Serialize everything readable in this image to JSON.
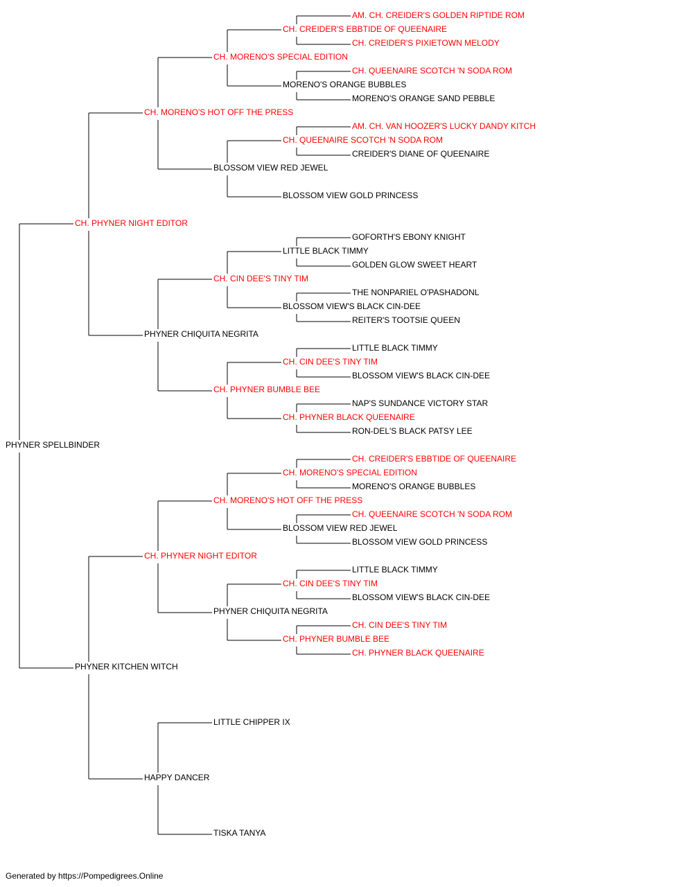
{
  "colors": {
    "champion": "#ff0000",
    "normal": "#000000",
    "line": "#000000"
  },
  "footer": "Generated by https://Pompedigrees.Online",
  "pedigree": {
    "name": "PHYNER SPELLBINDER",
    "ch": false,
    "children": [
      {
        "name": "CH. PHYNER NIGHT EDITOR",
        "ch": true,
        "children": [
          {
            "name": "CH. MORENO'S HOT OFF THE PRESS",
            "ch": true,
            "children": [
              {
                "name": "CH. MORENO'S SPECIAL EDITION",
                "ch": true,
                "children": [
                  {
                    "name": "CH. CREIDER'S EBBTIDE OF QUEENAIRE",
                    "ch": true,
                    "children": [
                      {
                        "name": "AM. CH. CREIDER'S GOLDEN RIPTIDE ROM",
                        "ch": true
                      },
                      {
                        "name": "CH. CREIDER'S PIXIETOWN MELODY",
                        "ch": true
                      }
                    ]
                  },
                  {
                    "name": "MORENO'S ORANGE BUBBLES",
                    "ch": false,
                    "children": [
                      {
                        "name": "CH. QUEENAIRE SCOTCH 'N SODA ROM",
                        "ch": true
                      },
                      {
                        "name": "MORENO'S ORANGE SAND PEBBLE",
                        "ch": false
                      }
                    ]
                  }
                ]
              },
              {
                "name": "BLOSSOM VIEW RED JEWEL",
                "ch": false,
                "children": [
                  {
                    "name": "CH. QUEENAIRE SCOTCH 'N SODA ROM",
                    "ch": true,
                    "children": [
                      {
                        "name": "AM. CH. VAN HOOZER'S LUCKY DANDY KITCH",
                        "ch": true
                      },
                      {
                        "name": "CREIDER'S DIANE OF QUEENAIRE",
                        "ch": false
                      }
                    ]
                  },
                  {
                    "name": "BLOSSOM VIEW GOLD PRINCESS",
                    "ch": false
                  }
                ]
              }
            ]
          },
          {
            "name": "PHYNER CHIQUITA NEGRITA",
            "ch": false,
            "children": [
              {
                "name": "CH. CIN DEE'S TINY TIM",
                "ch": true,
                "children": [
                  {
                    "name": "LITTLE BLACK TIMMY",
                    "ch": false,
                    "children": [
                      {
                        "name": "GOFORTH'S EBONY KNIGHT",
                        "ch": false
                      },
                      {
                        "name": "GOLDEN GLOW SWEET HEART",
                        "ch": false
                      }
                    ]
                  },
                  {
                    "name": "BLOSSOM VIEW'S BLACK CIN-DEE",
                    "ch": false,
                    "children": [
                      {
                        "name": "THE NONPARIEL O'PASHADONL",
                        "ch": false
                      },
                      {
                        "name": "REITER'S TOOTSIE QUEEN",
                        "ch": false
                      }
                    ]
                  }
                ]
              },
              {
                "name": "CH. PHYNER BUMBLE BEE",
                "ch": true,
                "children": [
                  {
                    "name": "CH. CIN DEE'S TINY TIM",
                    "ch": true,
                    "children": [
                      {
                        "name": "LITTLE BLACK TIMMY",
                        "ch": false
                      },
                      {
                        "name": "BLOSSOM VIEW'S BLACK CIN-DEE",
                        "ch": false
                      }
                    ]
                  },
                  {
                    "name": "CH. PHYNER BLACK QUEENAIRE",
                    "ch": true,
                    "children": [
                      {
                        "name": "NAP'S SUNDANCE VICTORY STAR",
                        "ch": false
                      },
                      {
                        "name": "RON-DEL'S BLACK PATSY LEE",
                        "ch": false
                      }
                    ]
                  }
                ]
              }
            ]
          }
        ]
      },
      {
        "name": "PHYNER KITCHEN WITCH",
        "ch": false,
        "children": [
          {
            "name": "CH. PHYNER NIGHT EDITOR",
            "ch": true,
            "children": [
              {
                "name": "CH. MORENO'S HOT OFF THE PRESS",
                "ch": true,
                "children": [
                  {
                    "name": "CH. MORENO'S SPECIAL EDITION",
                    "ch": true,
                    "children": [
                      {
                        "name": "CH. CREIDER'S EBBTIDE OF QUEENAIRE",
                        "ch": true
                      },
                      {
                        "name": "MORENO'S ORANGE BUBBLES",
                        "ch": false
                      }
                    ]
                  },
                  {
                    "name": "BLOSSOM VIEW RED JEWEL",
                    "ch": false,
                    "children": [
                      {
                        "name": "CH. QUEENAIRE SCOTCH 'N SODA ROM",
                        "ch": true
                      },
                      {
                        "name": "BLOSSOM VIEW GOLD PRINCESS",
                        "ch": false
                      }
                    ]
                  }
                ]
              },
              {
                "name": "PHYNER CHIQUITA NEGRITA",
                "ch": false,
                "children": [
                  {
                    "name": "CH. CIN DEE'S TINY TIM",
                    "ch": true,
                    "children": [
                      {
                        "name": "LITTLE BLACK TIMMY",
                        "ch": false
                      },
                      {
                        "name": "BLOSSOM VIEW'S BLACK CIN-DEE",
                        "ch": false
                      }
                    ]
                  },
                  {
                    "name": "CH. PHYNER BUMBLE BEE",
                    "ch": true,
                    "children": [
                      {
                        "name": "CH. CIN DEE'S TINY TIM",
                        "ch": true
                      },
                      {
                        "name": "CH. PHYNER BLACK QUEENAIRE",
                        "ch": true
                      }
                    ]
                  }
                ]
              }
            ]
          },
          {
            "name": "HAPPY DANCER",
            "ch": false,
            "children": [
              {
                "name": "LITTLE CHIPPER IX",
                "ch": false
              },
              {
                "name": "TISKA TANYA",
                "ch": false
              }
            ]
          }
        ]
      }
    ]
  }
}
